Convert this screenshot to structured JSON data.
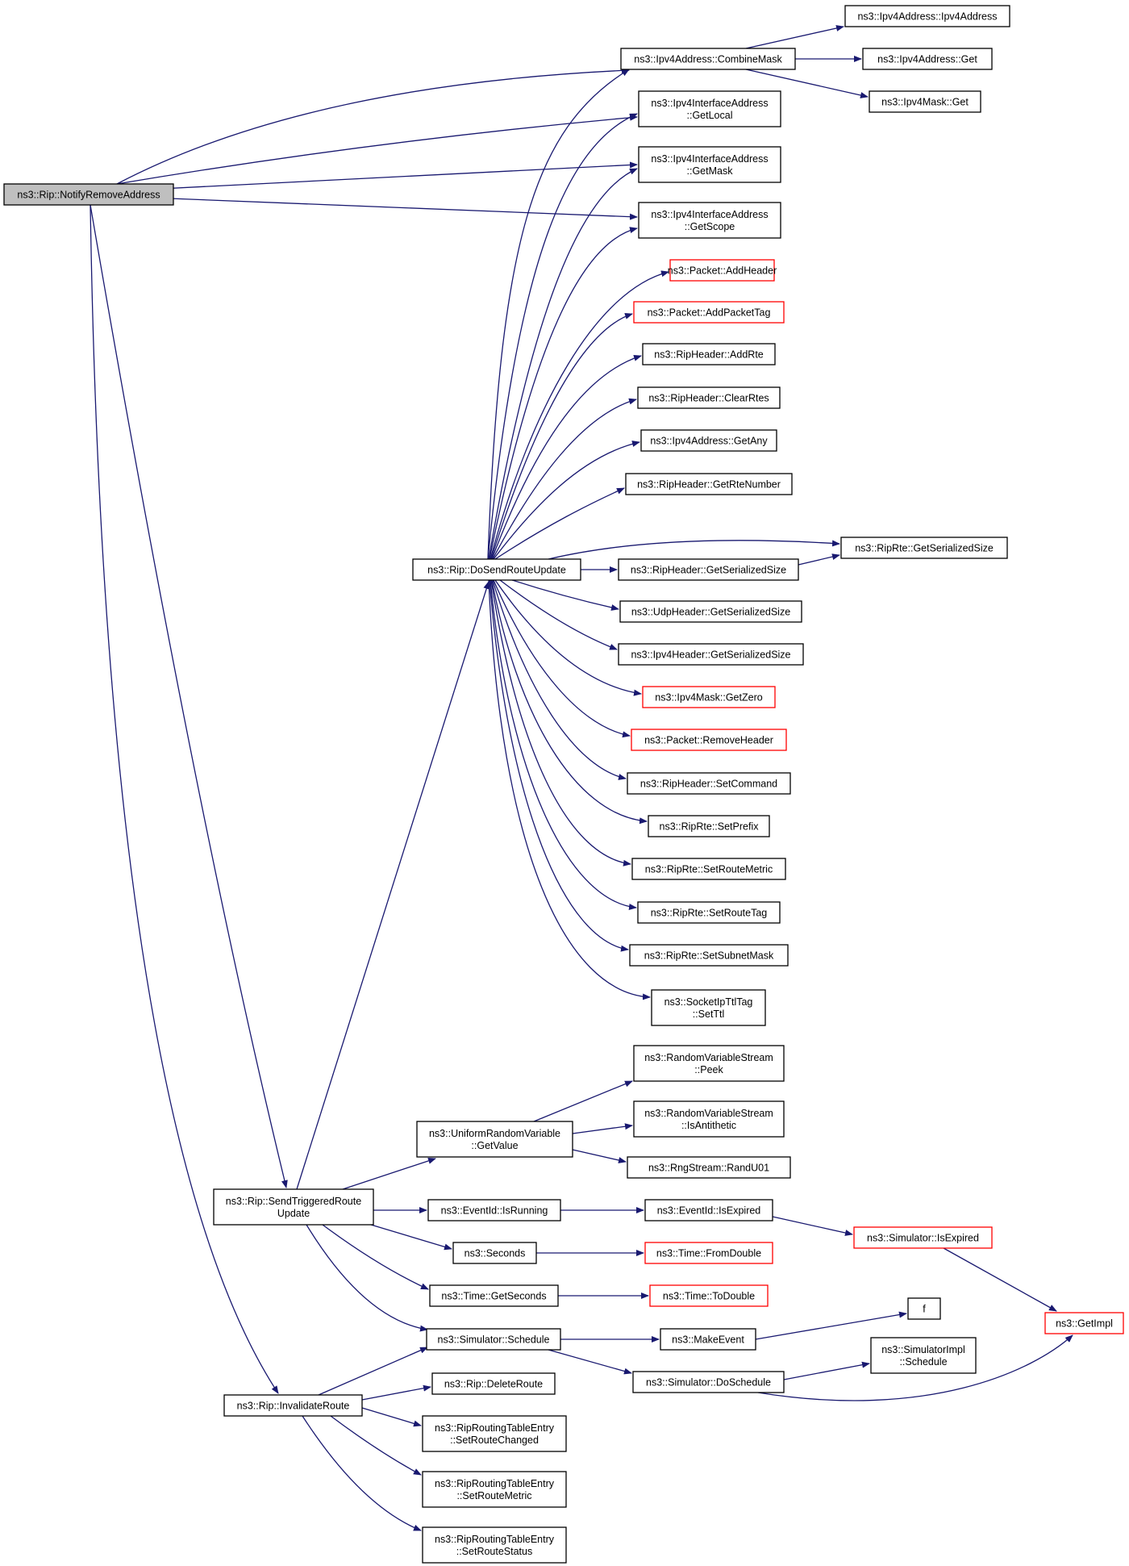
{
  "colors": {
    "edge": "#191970",
    "border": "#000000",
    "highlight_border": "#ff0000",
    "root_fill": "#bfbfbf"
  },
  "nodes": {
    "notify": [
      "ns3::Rip::NotifyRemoveAddress"
    ],
    "combineMask": [
      "ns3::Ipv4Address::CombineMask"
    ],
    "ipv4AddrCtor": [
      "ns3::Ipv4Address::Ipv4Address"
    ],
    "ipv4AddrGet": [
      "ns3::Ipv4Address::Get"
    ],
    "ipv4MaskGet": [
      "ns3::Ipv4Mask::Get"
    ],
    "getLocal": [
      "ns3::Ipv4InterfaceAddress",
      "::GetLocal"
    ],
    "getMask": [
      "ns3::Ipv4InterfaceAddress",
      "::GetMask"
    ],
    "getScope": [
      "ns3::Ipv4InterfaceAddress",
      "::GetScope"
    ],
    "addHeader": [
      "ns3::Packet::AddHeader"
    ],
    "addPacketTag": [
      "ns3::Packet::AddPacketTag"
    ],
    "addRte": [
      "ns3::RipHeader::AddRte"
    ],
    "clearRtes": [
      "ns3::RipHeader::ClearRtes"
    ],
    "getAny": [
      "ns3::Ipv4Address::GetAny"
    ],
    "getRteNumber": [
      "ns3::RipHeader::GetRteNumber"
    ],
    "ripRteSize": [
      "ns3::RipRte::GetSerializedSize"
    ],
    "doSend": [
      "ns3::Rip::DoSendRouteUpdate"
    ],
    "ripHeaderSize": [
      "ns3::RipHeader::GetSerializedSize"
    ],
    "udpSize": [
      "ns3::UdpHeader::GetSerializedSize"
    ],
    "ipv4HeaderSize": [
      "ns3::Ipv4Header::GetSerializedSize"
    ],
    "getZero": [
      "ns3::Ipv4Mask::GetZero"
    ],
    "removeHeader": [
      "ns3::Packet::RemoveHeader"
    ],
    "setCommand": [
      "ns3::RipHeader::SetCommand"
    ],
    "setPrefix": [
      "ns3::RipRte::SetPrefix"
    ],
    "setRouteMetricRte": [
      "ns3::RipRte::SetRouteMetric"
    ],
    "setRouteTag": [
      "ns3::RipRte::SetRouteTag"
    ],
    "setSubnetMask": [
      "ns3::RipRte::SetSubnetMask"
    ],
    "setTtl": [
      "ns3::SocketIpTtlTag",
      "::SetTtl"
    ],
    "peek": [
      "ns3::RandomVariableStream",
      "::Peek"
    ],
    "isAntithetic": [
      "ns3::RandomVariableStream",
      "::IsAntithetic"
    ],
    "uniformGetValue": [
      "ns3::UniformRandomVariable",
      "::GetValue"
    ],
    "randU01": [
      "ns3::RngStream::RandU01"
    ],
    "sendTriggered": [
      "ns3::Rip::SendTriggeredRoute",
      "Update"
    ],
    "isRunning": [
      "ns3::EventId::IsRunning"
    ],
    "isExpired": [
      "ns3::EventId::IsExpired"
    ],
    "simIsExpired": [
      "ns3::Simulator::IsExpired"
    ],
    "seconds": [
      "ns3::Seconds"
    ],
    "fromDouble": [
      "ns3::Time::FromDouble"
    ],
    "getSeconds": [
      "ns3::Time::GetSeconds"
    ],
    "toDouble": [
      "ns3::Time::ToDouble"
    ],
    "getImpl": [
      "ns3::GetImpl"
    ],
    "f": [
      "f"
    ],
    "schedule": [
      "ns3::Simulator::Schedule"
    ],
    "makeEvent": [
      "ns3::MakeEvent"
    ],
    "simImplSchedule": [
      "ns3::SimulatorImpl",
      "::Schedule"
    ],
    "doSchedule": [
      "ns3::Simulator::DoSchedule"
    ],
    "invalidate": [
      "ns3::Rip::InvalidateRoute"
    ],
    "deleteRoute": [
      "ns3::Rip::DeleteRoute"
    ],
    "setRouteChanged": [
      "ns3::RipRoutingTableEntry",
      "::SetRouteChanged"
    ],
    "setRouteMetricEntry": [
      "ns3::RipRoutingTableEntry",
      "::SetRouteMetric"
    ],
    "setRouteStatus": [
      "ns3::RipRoutingTableEntry",
      "::SetRouteStatus"
    ]
  }
}
